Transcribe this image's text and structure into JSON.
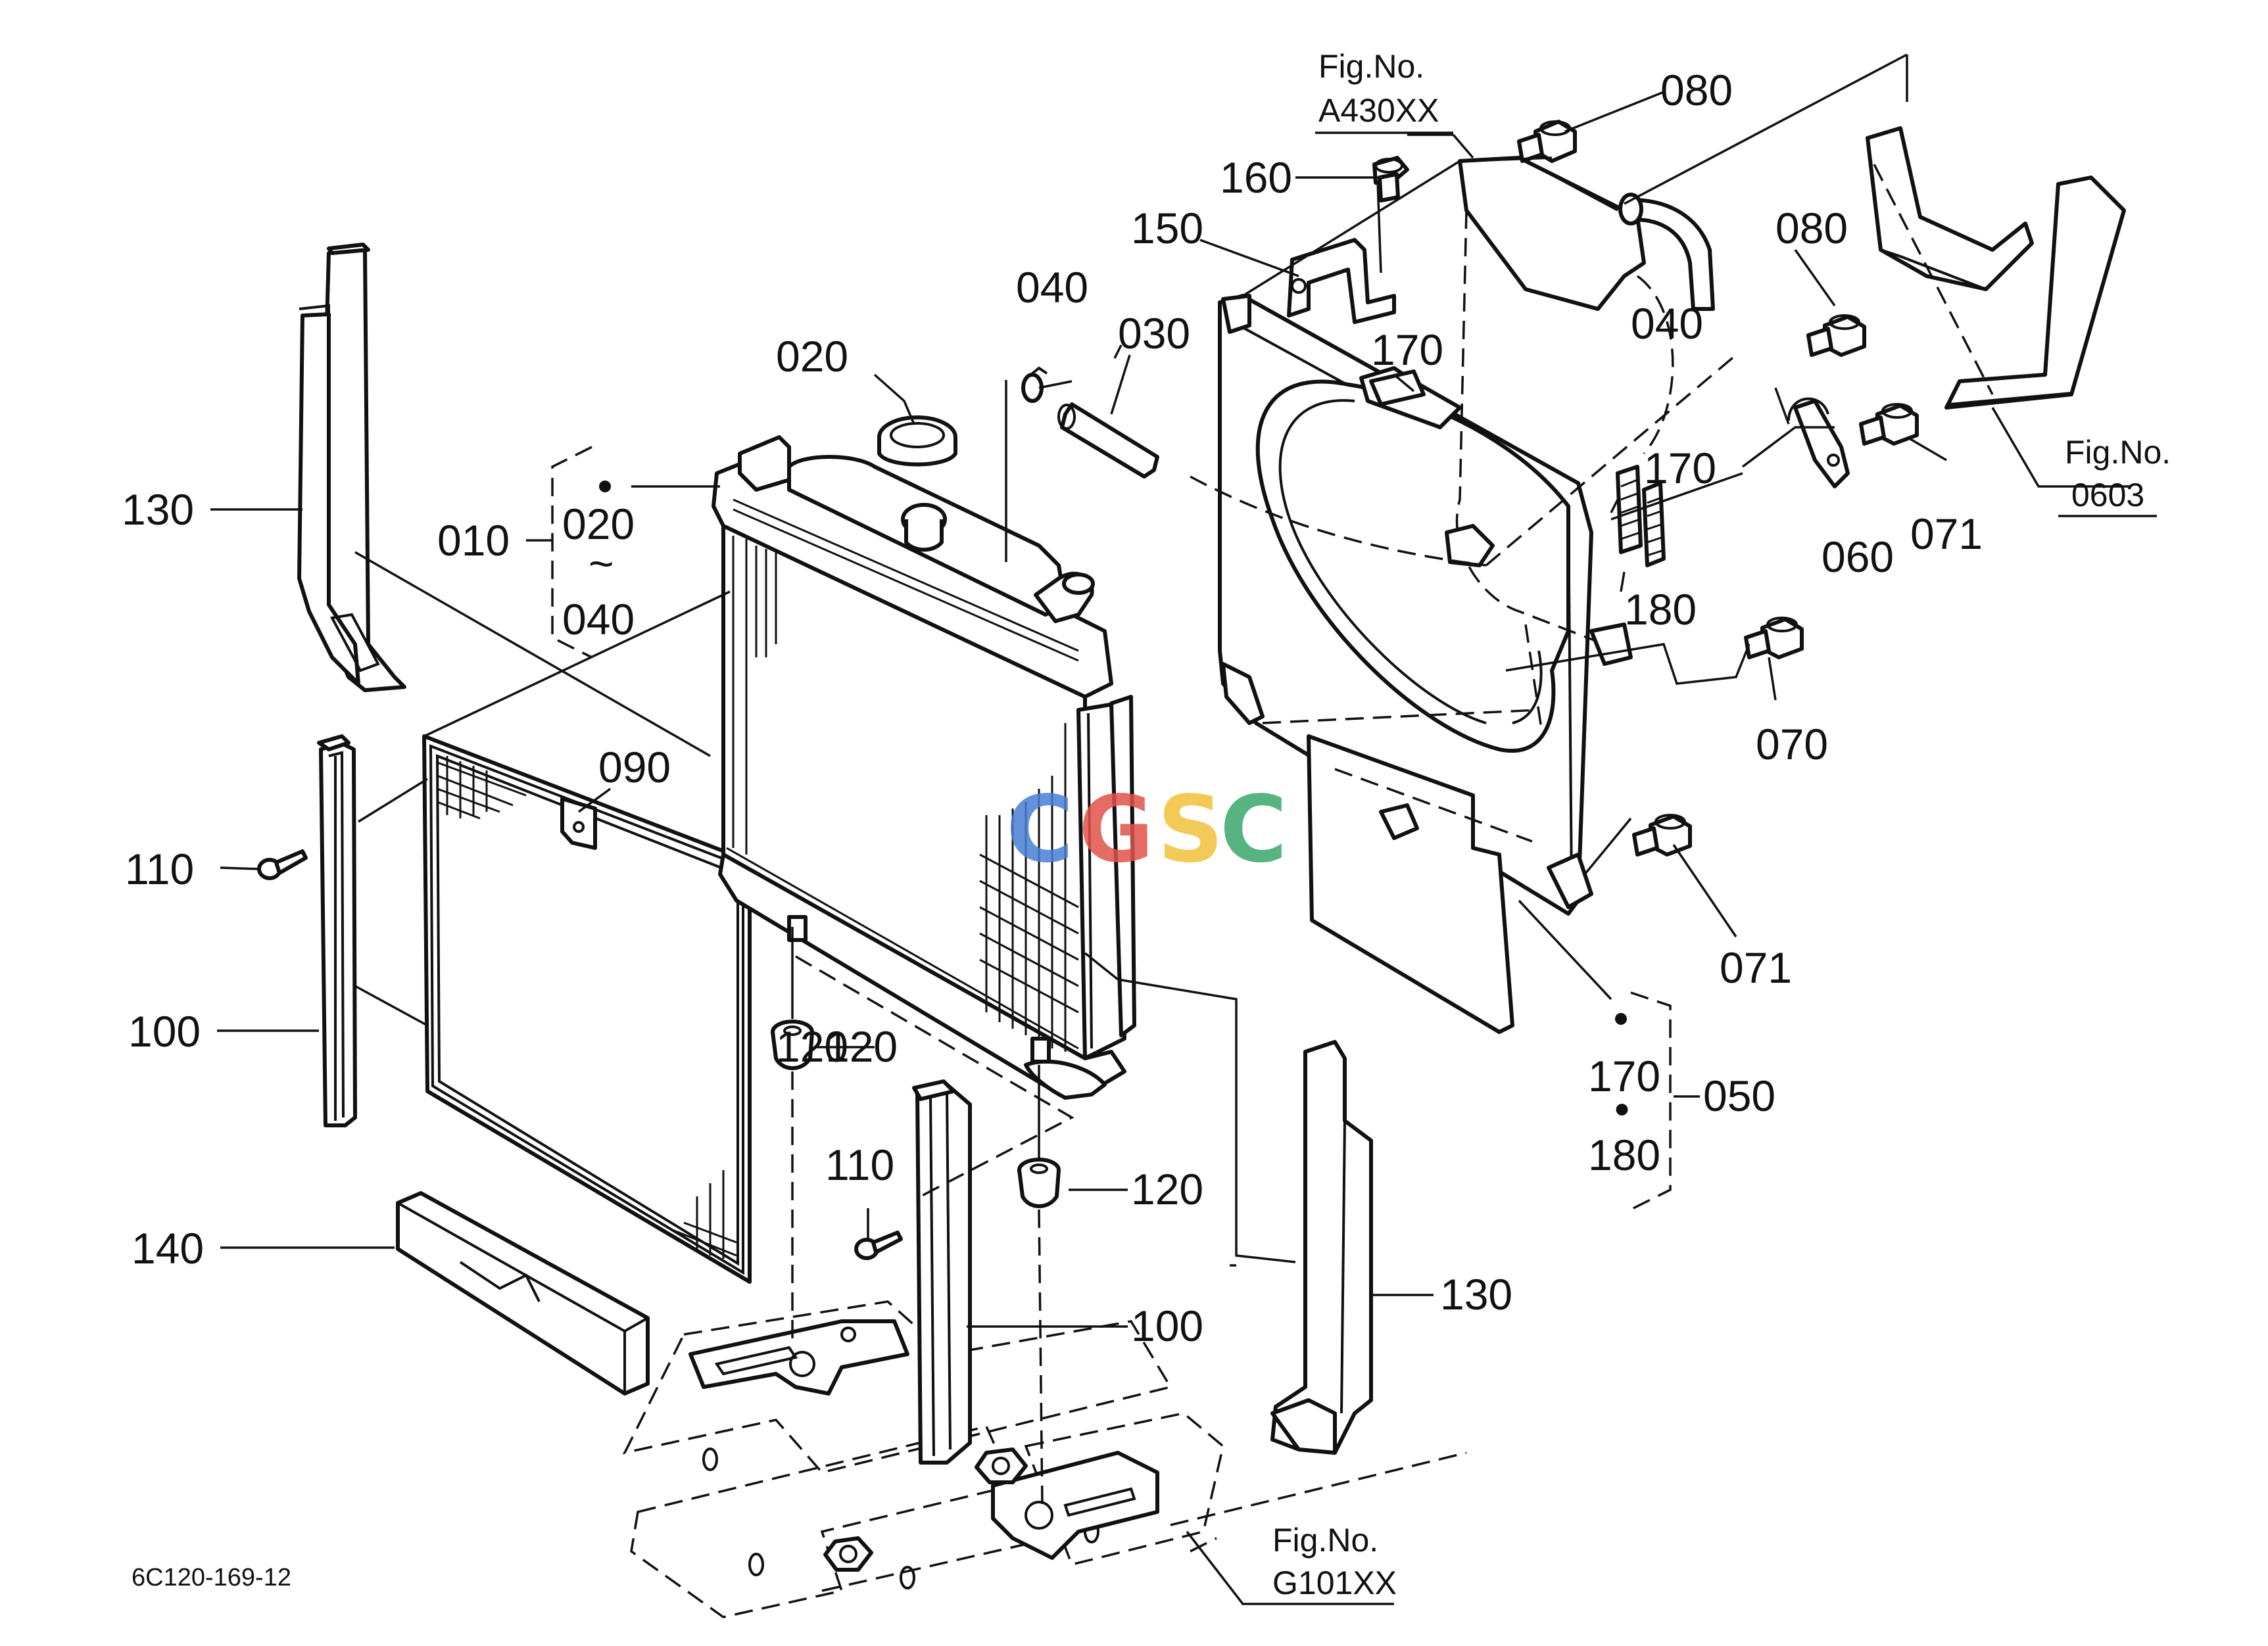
{
  "labels": {
    "p010": "010",
    "p020a": "020",
    "p020b": "020",
    "tilde": "~",
    "p030": "030",
    "p040a": "040",
    "p040b": "040",
    "p040c": "040",
    "p050": "050",
    "p060": "060",
    "p070": "070",
    "p071a": "071",
    "p071b": "071",
    "p080a": "080",
    "p080b": "080",
    "p090": "090",
    "p100a": "100",
    "p100b": "100",
    "p110a": "110",
    "p110b": "110",
    "p120a": "120",
    "p120b": "120",
    "p130a": "130",
    "p130b": "130",
    "p140": "140",
    "p150": "150",
    "p160": "160",
    "p170a": "170",
    "p170b": "170",
    "p170c": "170",
    "p180a": "180",
    "p180b": "180",
    "dot": "•"
  },
  "fig_refs": {
    "a430": {
      "caption": "Fig.No.",
      "code": "A430XX"
    },
    "f0603": {
      "caption": "Fig.No.",
      "code": "0603"
    },
    "g101": {
      "caption": "Fig.No.",
      "code": "G101XX"
    }
  },
  "drawing_code": "6C120-169-12",
  "watermark": {
    "letters": [
      "C",
      "G",
      "S",
      "C"
    ],
    "colors": [
      "#4a7fd4",
      "#e0534a",
      "#f2c13b",
      "#3aa86b"
    ]
  }
}
